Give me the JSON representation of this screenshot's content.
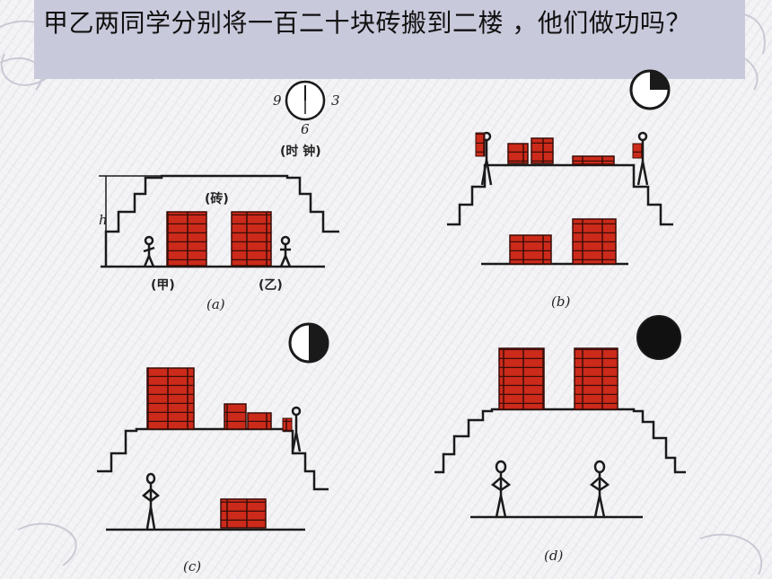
{
  "slide": {
    "title": "甲乙两同学分别将一百二十块砖搬到二楼 ，他们做功吗？"
  },
  "panel_a": {
    "clock_numbers": [
      "9",
      "3",
      "6"
    ],
    "clock_label": "(时 钟)",
    "bricks_label": "(砖)",
    "height_label": "h",
    "person_a_label": "(甲)",
    "person_b_label": "(乙)",
    "caption": "(a)"
  },
  "panel_b": {
    "caption": "(b)"
  },
  "panel_c": {
    "caption": "(c)"
  },
  "panel_d": {
    "caption": "(d)"
  },
  "colors": {
    "title_bg": "#c9c9dc",
    "brick": "#cc2a1a",
    "brick_mortar": "#3a0d08",
    "ink": "#1a1a1a"
  },
  "icons": [
    "clock-icon",
    "pie-clock-quarter-icon",
    "pie-clock-half-icon",
    "pie-clock-full-icon",
    "stick-figure-icon",
    "brick-stack-icon"
  ]
}
